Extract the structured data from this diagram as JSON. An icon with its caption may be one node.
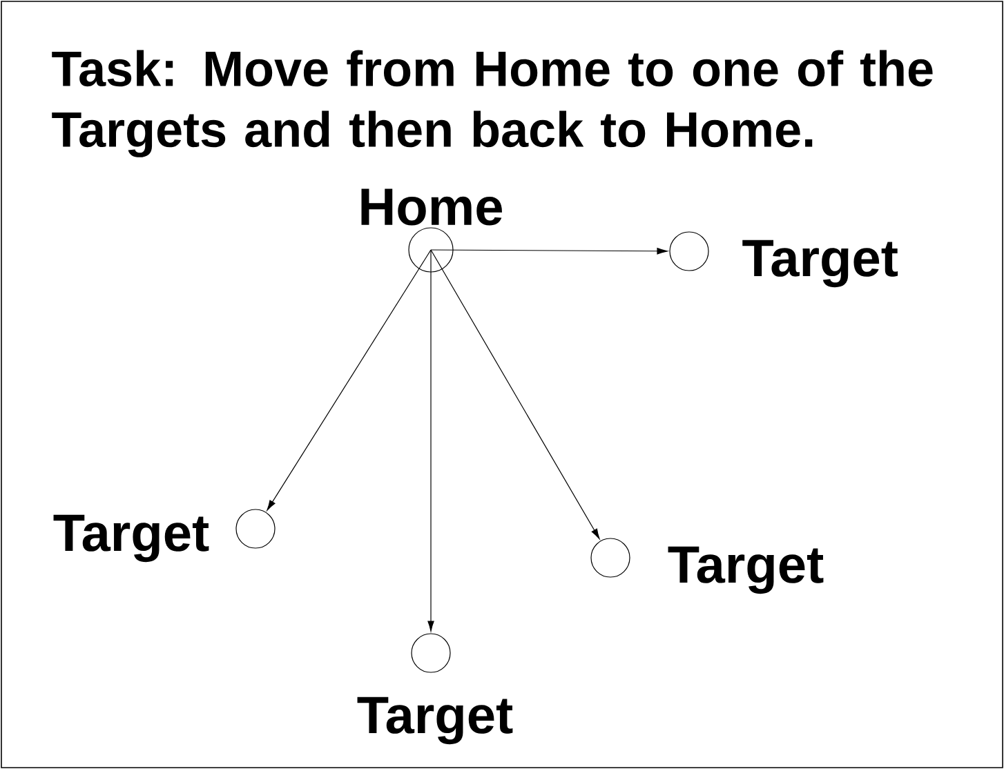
{
  "diagram": {
    "title": "Task: Move from Home to one of the Targets and then back to Home.",
    "nodes": [
      {
        "text": [
          "Home"
        ]
      },
      {
        "text": [
          "Target"
        ]
      },
      {
        "text": [
          "Target"
        ]
      },
      {
        "text": [
          "Target"
        ]
      },
      {
        "text": [
          "Target"
        ]
      }
    ],
    "edges": [
      {
        "from": 0,
        "to": 1,
        "arrow": "to"
      },
      {
        "from": 0,
        "to": 2,
        "arrow": "to"
      },
      {
        "from": 0,
        "to": 3,
        "arrow": "to"
      },
      {
        "from": 0,
        "to": 4,
        "arrow": "to"
      }
    ]
  }
}
